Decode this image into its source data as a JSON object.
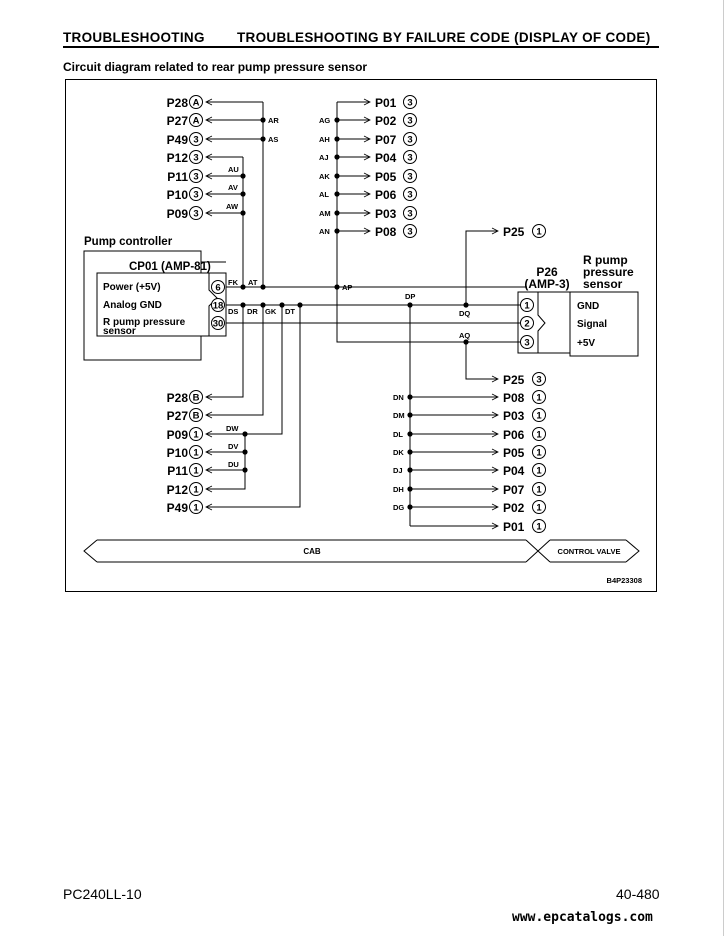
{
  "header": {
    "section": "TROUBLESHOOTING",
    "title": "TROUBLESHOOTING BY FAILURE CODE (DISPLAY OF CODE)"
  },
  "subtitle": "Circuit diagram related to rear pump pressure sensor",
  "diagram": {
    "controller_title": "Pump controller",
    "connector_name": "CP01 (AMP-81)",
    "controller_pins": [
      {
        "label": "Power (+5V)",
        "pin": "6"
      },
      {
        "label": "Analog GND",
        "pin": "18"
      },
      {
        "label": "R pump pressure sensor",
        "pin": "30"
      }
    ],
    "sensor_connector": "P26 (AMP-3)",
    "sensor_title": "R pump pressure sensor",
    "sensor_pins": [
      {
        "pin": "1",
        "label": "GND"
      },
      {
        "pin": "2",
        "label": "Signal"
      },
      {
        "pin": "3",
        "label": "+5V"
      }
    ],
    "left_top_conns": [
      {
        "name": "P28",
        "pin": "A"
      },
      {
        "name": "P27",
        "pin": "A"
      },
      {
        "name": "P49",
        "pin": "3"
      },
      {
        "name": "P12",
        "pin": "3"
      },
      {
        "name": "P11",
        "pin": "3"
      },
      {
        "name": "P10",
        "pin": "3"
      },
      {
        "name": "P09",
        "pin": "3"
      }
    ],
    "left_top_splices": [
      "AR",
      "AS",
      "AU",
      "AV",
      "AW"
    ],
    "center_top_conns": [
      {
        "splice": "",
        "name": "P01",
        "pin": "3"
      },
      {
        "splice": "AG",
        "name": "P02",
        "pin": "3"
      },
      {
        "splice": "AH",
        "name": "P07",
        "pin": "3"
      },
      {
        "splice": "AJ",
        "name": "P04",
        "pin": "3"
      },
      {
        "splice": "AK",
        "name": "P05",
        "pin": "3"
      },
      {
        "splice": "AL",
        "name": "P06",
        "pin": "3"
      },
      {
        "splice": "AM",
        "name": "P03",
        "pin": "3"
      },
      {
        "splice": "AN",
        "name": "P08",
        "pin": "3"
      }
    ],
    "p25_top": {
      "name": "P25",
      "pin": "1"
    },
    "p25_bottom": {
      "name": "P25",
      "pin": "3"
    },
    "mid_splices": [
      "FK",
      "AT",
      "AP",
      "DS",
      "DR",
      "GK",
      "DT",
      "DP",
      "DQ",
      "AQ"
    ],
    "left_bottom_conns": [
      {
        "name": "P28",
        "pin": "B"
      },
      {
        "name": "P27",
        "pin": "B"
      },
      {
        "name": "P09",
        "pin": "1"
      },
      {
        "name": "P10",
        "pin": "1"
      },
      {
        "name": "P11",
        "pin": "1"
      },
      {
        "name": "P12",
        "pin": "1"
      },
      {
        "name": "P49",
        "pin": "1"
      }
    ],
    "left_bottom_splices": [
      "DW",
      "DV",
      "DU"
    ],
    "center_bottom_conns": [
      {
        "splice": "DN",
        "name": "P08",
        "pin": "1"
      },
      {
        "splice": "DM",
        "name": "P03",
        "pin": "1"
      },
      {
        "splice": "DL",
        "name": "P06",
        "pin": "1"
      },
      {
        "splice": "DK",
        "name": "P05",
        "pin": "1"
      },
      {
        "splice": "DJ",
        "name": "P04",
        "pin": "1"
      },
      {
        "splice": "DH",
        "name": "P07",
        "pin": "1"
      },
      {
        "splice": "DG",
        "name": "P02",
        "pin": "1"
      },
      {
        "splice": "",
        "name": "P01",
        "pin": "1"
      }
    ],
    "zone_cab": "CAB",
    "zone_control_valve": "CONTROL VALVE",
    "drawing_id": "B4P23308"
  },
  "footer": {
    "model": "PC240LL-10",
    "page": "40-480"
  },
  "watermark": "www.epcatalogs.com"
}
